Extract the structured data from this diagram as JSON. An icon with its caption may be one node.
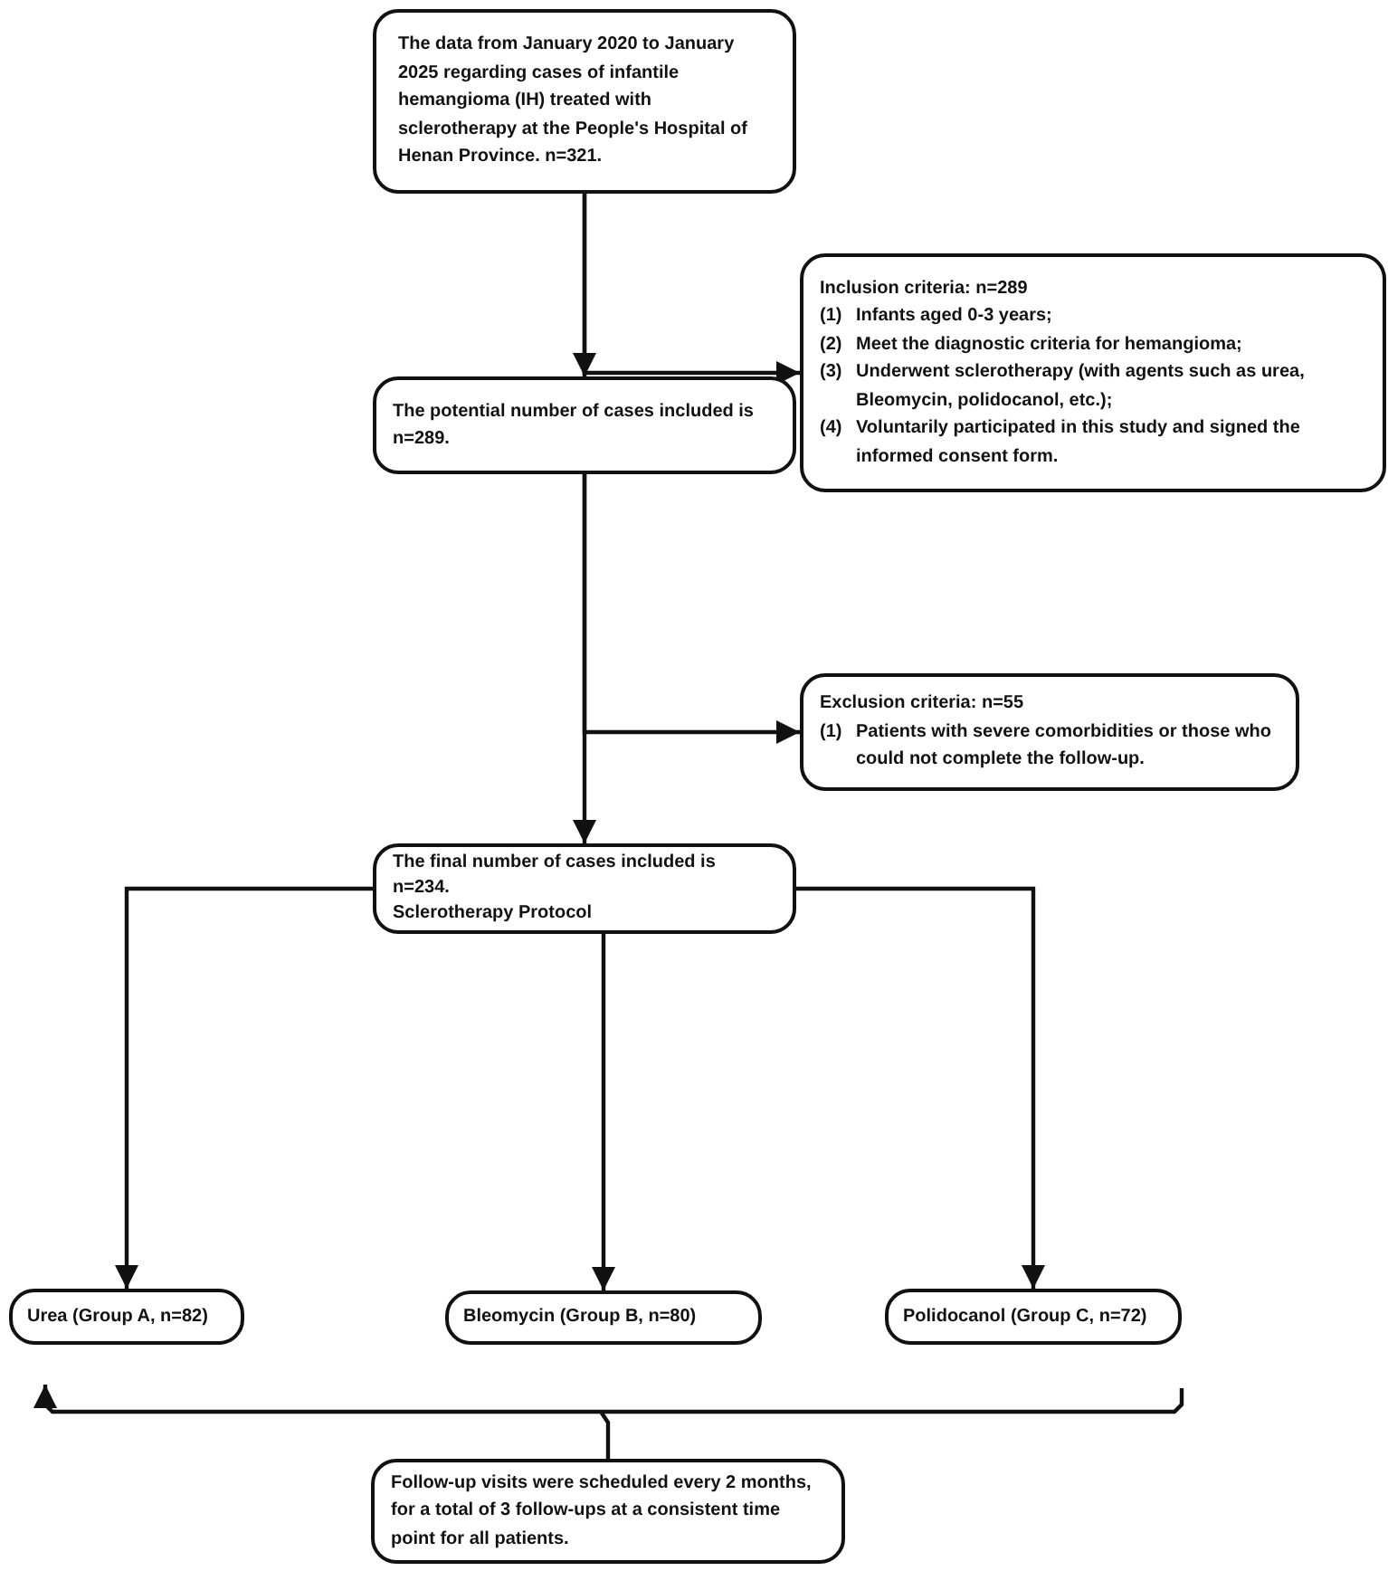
{
  "diagram": {
    "nodes": [
      {
        "text": [
          "The data from January 2020 to January 2025 regarding cases of infantile hemangioma (IH) treated with sclerotherapy at the People's Hospital of Henan Province. n=321."
        ]
      },
      {
        "text": [
          "Inclusion criteria: n=289",
          "(1)\tInfants aged 0-3 years;",
          "(2)\tMeet the diagnostic criteria for hemangioma;",
          "(3)\tUnderwent sclerotherapy (with agents such as urea, Bleomycin, polidocanol, etc.);",
          "(4)\tVoluntarily participated in this study and signed the informed consent form."
        ]
      },
      {
        "text": [
          "The potential number of cases included is n=289."
        ]
      },
      {
        "text": [
          "Exclusion criteria: n=55",
          "(1)\tPatients with severe comorbidities or those who could not complete the follow-up."
        ]
      },
      {
        "text": [
          "The final number of cases included is n=234.",
          "Sclerotherapy Protocol"
        ]
      },
      {
        "text": [
          "Urea (Group A, n=82)"
        ]
      },
      {
        "text": [
          "Bleomycin (Group B, n=80)"
        ]
      },
      {
        "text": [
          "Polidocanol (Group C, n=72)"
        ]
      },
      {
        "text": [
          "Follow-up visits were scheduled every 2 months, for a total of 3 follow-ups at a consistent time point for all patients."
        ]
      }
    ],
    "edges": [
      {
        "from": 0,
        "to": 2,
        "arrow": "to"
      },
      {
        "from": 0,
        "to": 1,
        "arrow": "to"
      },
      {
        "from": 2,
        "to": 4,
        "arrow": "to"
      },
      {
        "from": 2,
        "to": 3,
        "arrow": "to"
      },
      {
        "from": 4,
        "to": 5,
        "arrow": "to"
      },
      {
        "from": 4,
        "to": 6,
        "arrow": "to"
      },
      {
        "from": 4,
        "to": 7,
        "arrow": "to"
      },
      {
        "from": 8,
        "to": 5,
        "arrow": "to"
      }
    ]
  }
}
